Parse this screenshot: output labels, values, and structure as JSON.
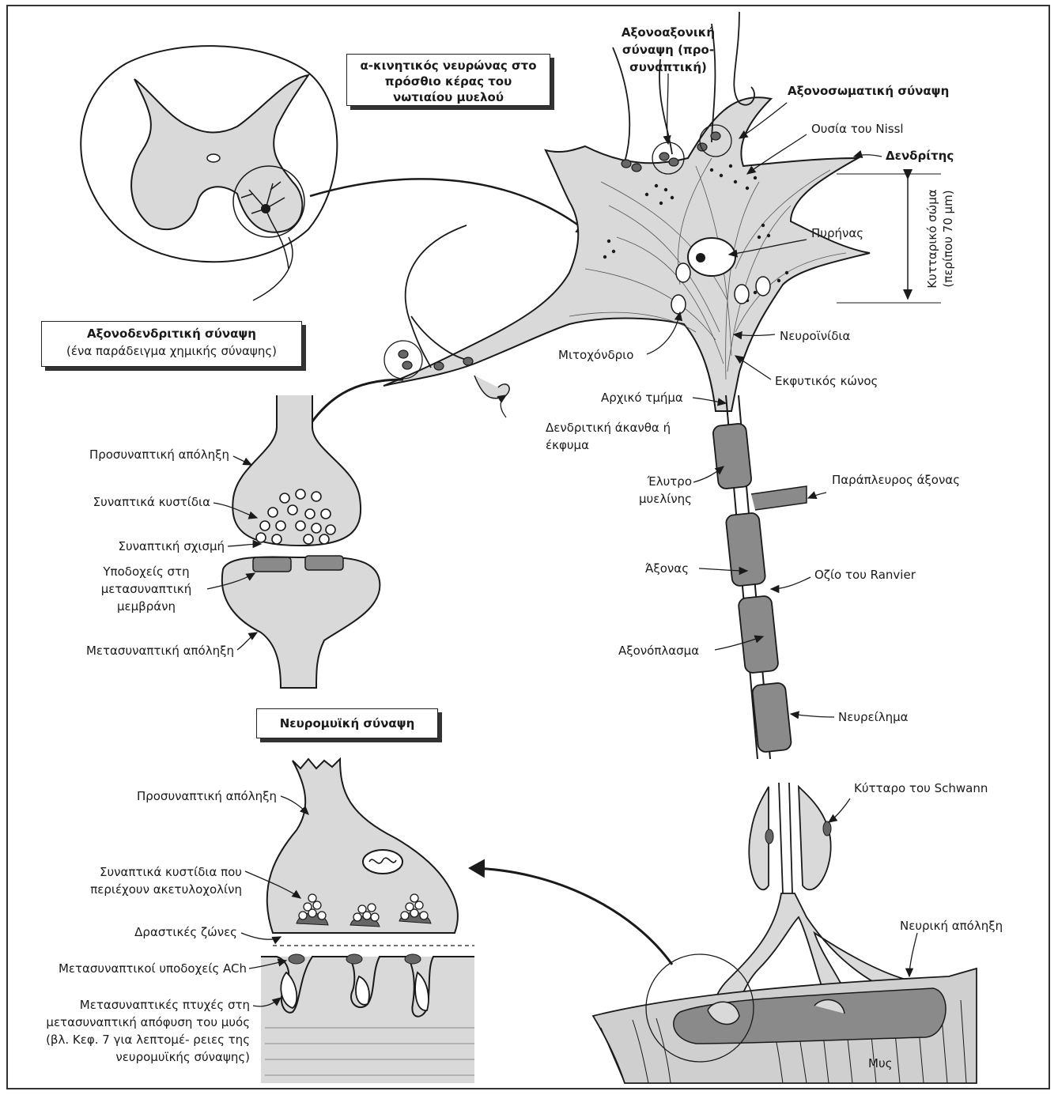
{
  "boxes": {
    "motor_neuron": "α-κινητικός νευρώνας στο πρόσθιο κέρας του νωτιαίου μυελού",
    "axodendritic_title": "Αξονοδενδριτική σύναψη",
    "axodendritic_sub": "(ένα παράδειγμα χημικής σύναψης)",
    "neuromuscular": "Νευρομυϊκή σύναψη"
  },
  "neuron_labels": {
    "axoaxonic": "Αξονοαξονική σύναψη (προ- συναπτική)",
    "axosomatic": "Αξονοσωματική σύναψη",
    "nissl": "Ουσία του Nissl",
    "dendrite": "Δενδρίτης",
    "cell_body": "Κυτταρικό σώμα (περίπου 70 μm)",
    "nucleus": "Πυρήνας",
    "neurofibrils": "Νευροϊνίδια",
    "mitochondrion": "Μιτοχόνδριο",
    "axon_hillock": "Εκφυτικός κώνος",
    "initial_segment": "Αρχικό τμήμα",
    "dendritic_spine": "Δενδριτική άκανθα ή έκφυμα",
    "myelin_sheath": "Έλυτρο μυελίνης",
    "collateral": "Παράπλευρος άξονας",
    "axon": "Άξονας",
    "ranvier": "Οζίο του Ranvier",
    "axoplasm": "Αξονόπλασμα",
    "neurilemma": "Νευρείλημα",
    "schwann": "Κύτταρο του Schwann",
    "nerve_terminal": "Νευρική απόληξη",
    "muscle": "Μυς"
  },
  "synapse_labels": {
    "presynaptic": "Προσυναπτική απόληξη",
    "vesicles": "Συναπτικά κυστίδια",
    "cleft": "Συναπτική σχισμή",
    "receptors": "Υποδοχείς στη μετασυναπτική μεμβράνη",
    "postsynaptic": "Μετασυναπτική απόληξη"
  },
  "nmj_labels": {
    "presynaptic": "Προσυναπτική απόληξη",
    "vesicles_ach": "Συναπτικά κυστίδια που περιέχουν ακετυλοχολίνη",
    "active_zones": "Δραστικές ζώνες",
    "ach_receptors": "Μετασυναπτικοί υποδοχείς ACh",
    "folds": "Μετασυναπτικές πτυχές στη μετασυναπτική απόφυση του μυός (βλ. Κεφ. 7 για λεπτομέ- ρειες της νευρομυϊκής σύναψης)"
  },
  "colors": {
    "tissue_fill": "#d9d9d9",
    "myelin_fill": "#8a8a8a",
    "muscle_fill": "#cfcfcf",
    "ink": "#1a1a1a"
  }
}
